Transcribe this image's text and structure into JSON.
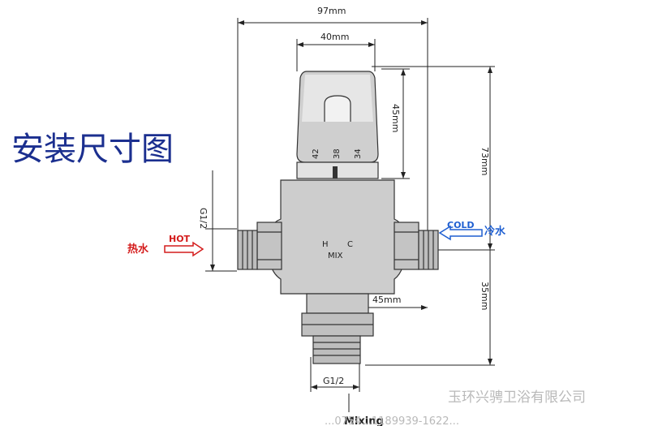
{
  "title": "安装尺寸图",
  "dimensions": {
    "overall_width": "97mm",
    "handle_width": "40mm",
    "handle_height": "45mm",
    "total_height": "73mm",
    "bottom_height": "35mm",
    "outlet_offset": "45mm",
    "inlet_thread": "G1/2",
    "outlet_thread": "G1/2"
  },
  "dial": {
    "marks": [
      "42",
      "38",
      "34"
    ]
  },
  "body_marks": {
    "hot": "H",
    "cold": "C",
    "mix": "MIX"
  },
  "hot_label": {
    "cn": "热水",
    "en": "HOT"
  },
  "cold_label": {
    "cn": "冷水",
    "en": "COLD"
  },
  "outlet_label": "Mixing",
  "watermark": "玉环兴骋卫浴有限公司",
  "watermark_phone": "...0754...1189939-1622...",
  "colors": {
    "hot": "#d41c1c",
    "cold": "#1f5fd1",
    "title": "#1b2f8f"
  }
}
